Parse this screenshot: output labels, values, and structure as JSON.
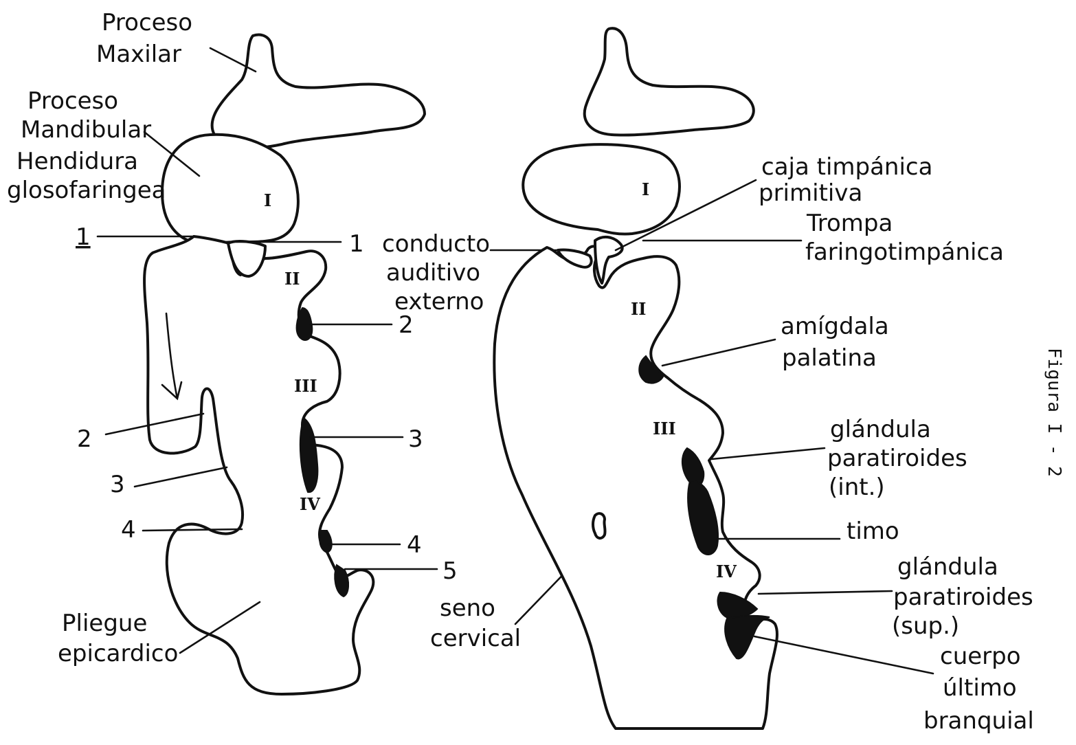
{
  "figure_caption": "Figura I - 2",
  "left_panel": {
    "labels": {
      "proceso_maxilar": [
        "Proceso",
        "Maxilar"
      ],
      "proceso_mandibular": [
        "Proceso",
        "Mandibular"
      ],
      "hendidura": [
        "Hendidura",
        "glosofaringea"
      ],
      "pliegue": [
        "Pliegue",
        "epicardico"
      ]
    },
    "left_numbers": [
      "1",
      "2",
      "3",
      "4"
    ],
    "right_numbers": [
      "1",
      "2",
      "3",
      "4",
      "5"
    ],
    "arches": [
      "I",
      "II",
      "III",
      "IV"
    ]
  },
  "middle_labels": {
    "conducto": [
      "conducto",
      "auditivo",
      "externo"
    ],
    "seno": [
      "seno",
      "cervical"
    ]
  },
  "right_panel": {
    "labels": {
      "caja": [
        "caja timpánica",
        "primitiva"
      ],
      "trompa": [
        "Trompa",
        "faringotimpánica"
      ],
      "amigdala": [
        "amígdala",
        "palatina"
      ],
      "paratiroides_int": [
        "glándula",
        "paratiroides",
        "(int.)"
      ],
      "timo": [
        "timo"
      ],
      "paratiroides_sup": [
        "glándula",
        "paratiroides",
        "(sup.)"
      ],
      "cuerpo": [
        "cuerpo",
        "último",
        "branquial"
      ]
    },
    "arches": [
      "I",
      "II",
      "III",
      "IV"
    ]
  }
}
